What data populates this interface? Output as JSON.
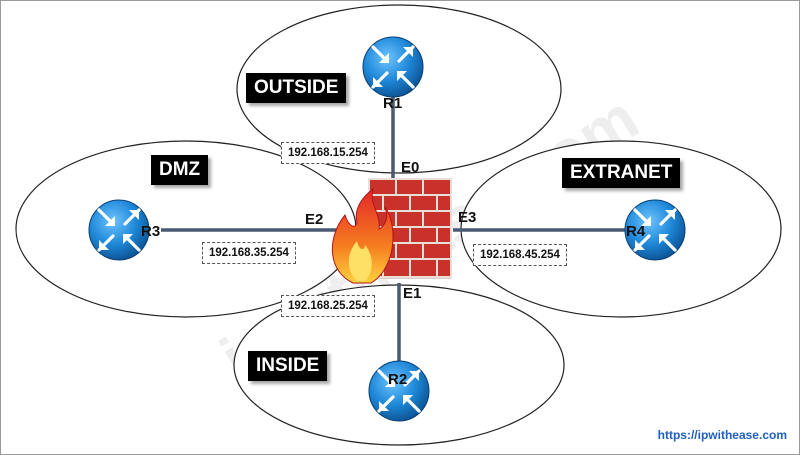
{
  "zones": {
    "outside": "OUTSIDE",
    "dmz": "DMZ",
    "extranet": "EXTRANET",
    "inside": "INSIDE"
  },
  "routers": {
    "r1": "R1",
    "r2": "R2",
    "r3": "R3",
    "r4": "R4"
  },
  "interfaces": {
    "e0": "E0",
    "e1": "E1",
    "e2": "E2",
    "e3": "E3"
  },
  "ip_addresses": {
    "outside": "192.168.15.254",
    "dmz": "192.168.35.254",
    "extranet": "192.168.45.254",
    "inside": "192.168.25.254"
  },
  "watermark": "ipwithease.com",
  "url": "https://ipwithease.com",
  "colors": {
    "router_blue": "#1e88d8",
    "link_line": "#4a5a70",
    "brick_red": "#c8322a",
    "flame_orange": "#f57c1f",
    "label_bg": "#000000"
  },
  "icons": [
    "router-icon",
    "firewall-icon"
  ]
}
